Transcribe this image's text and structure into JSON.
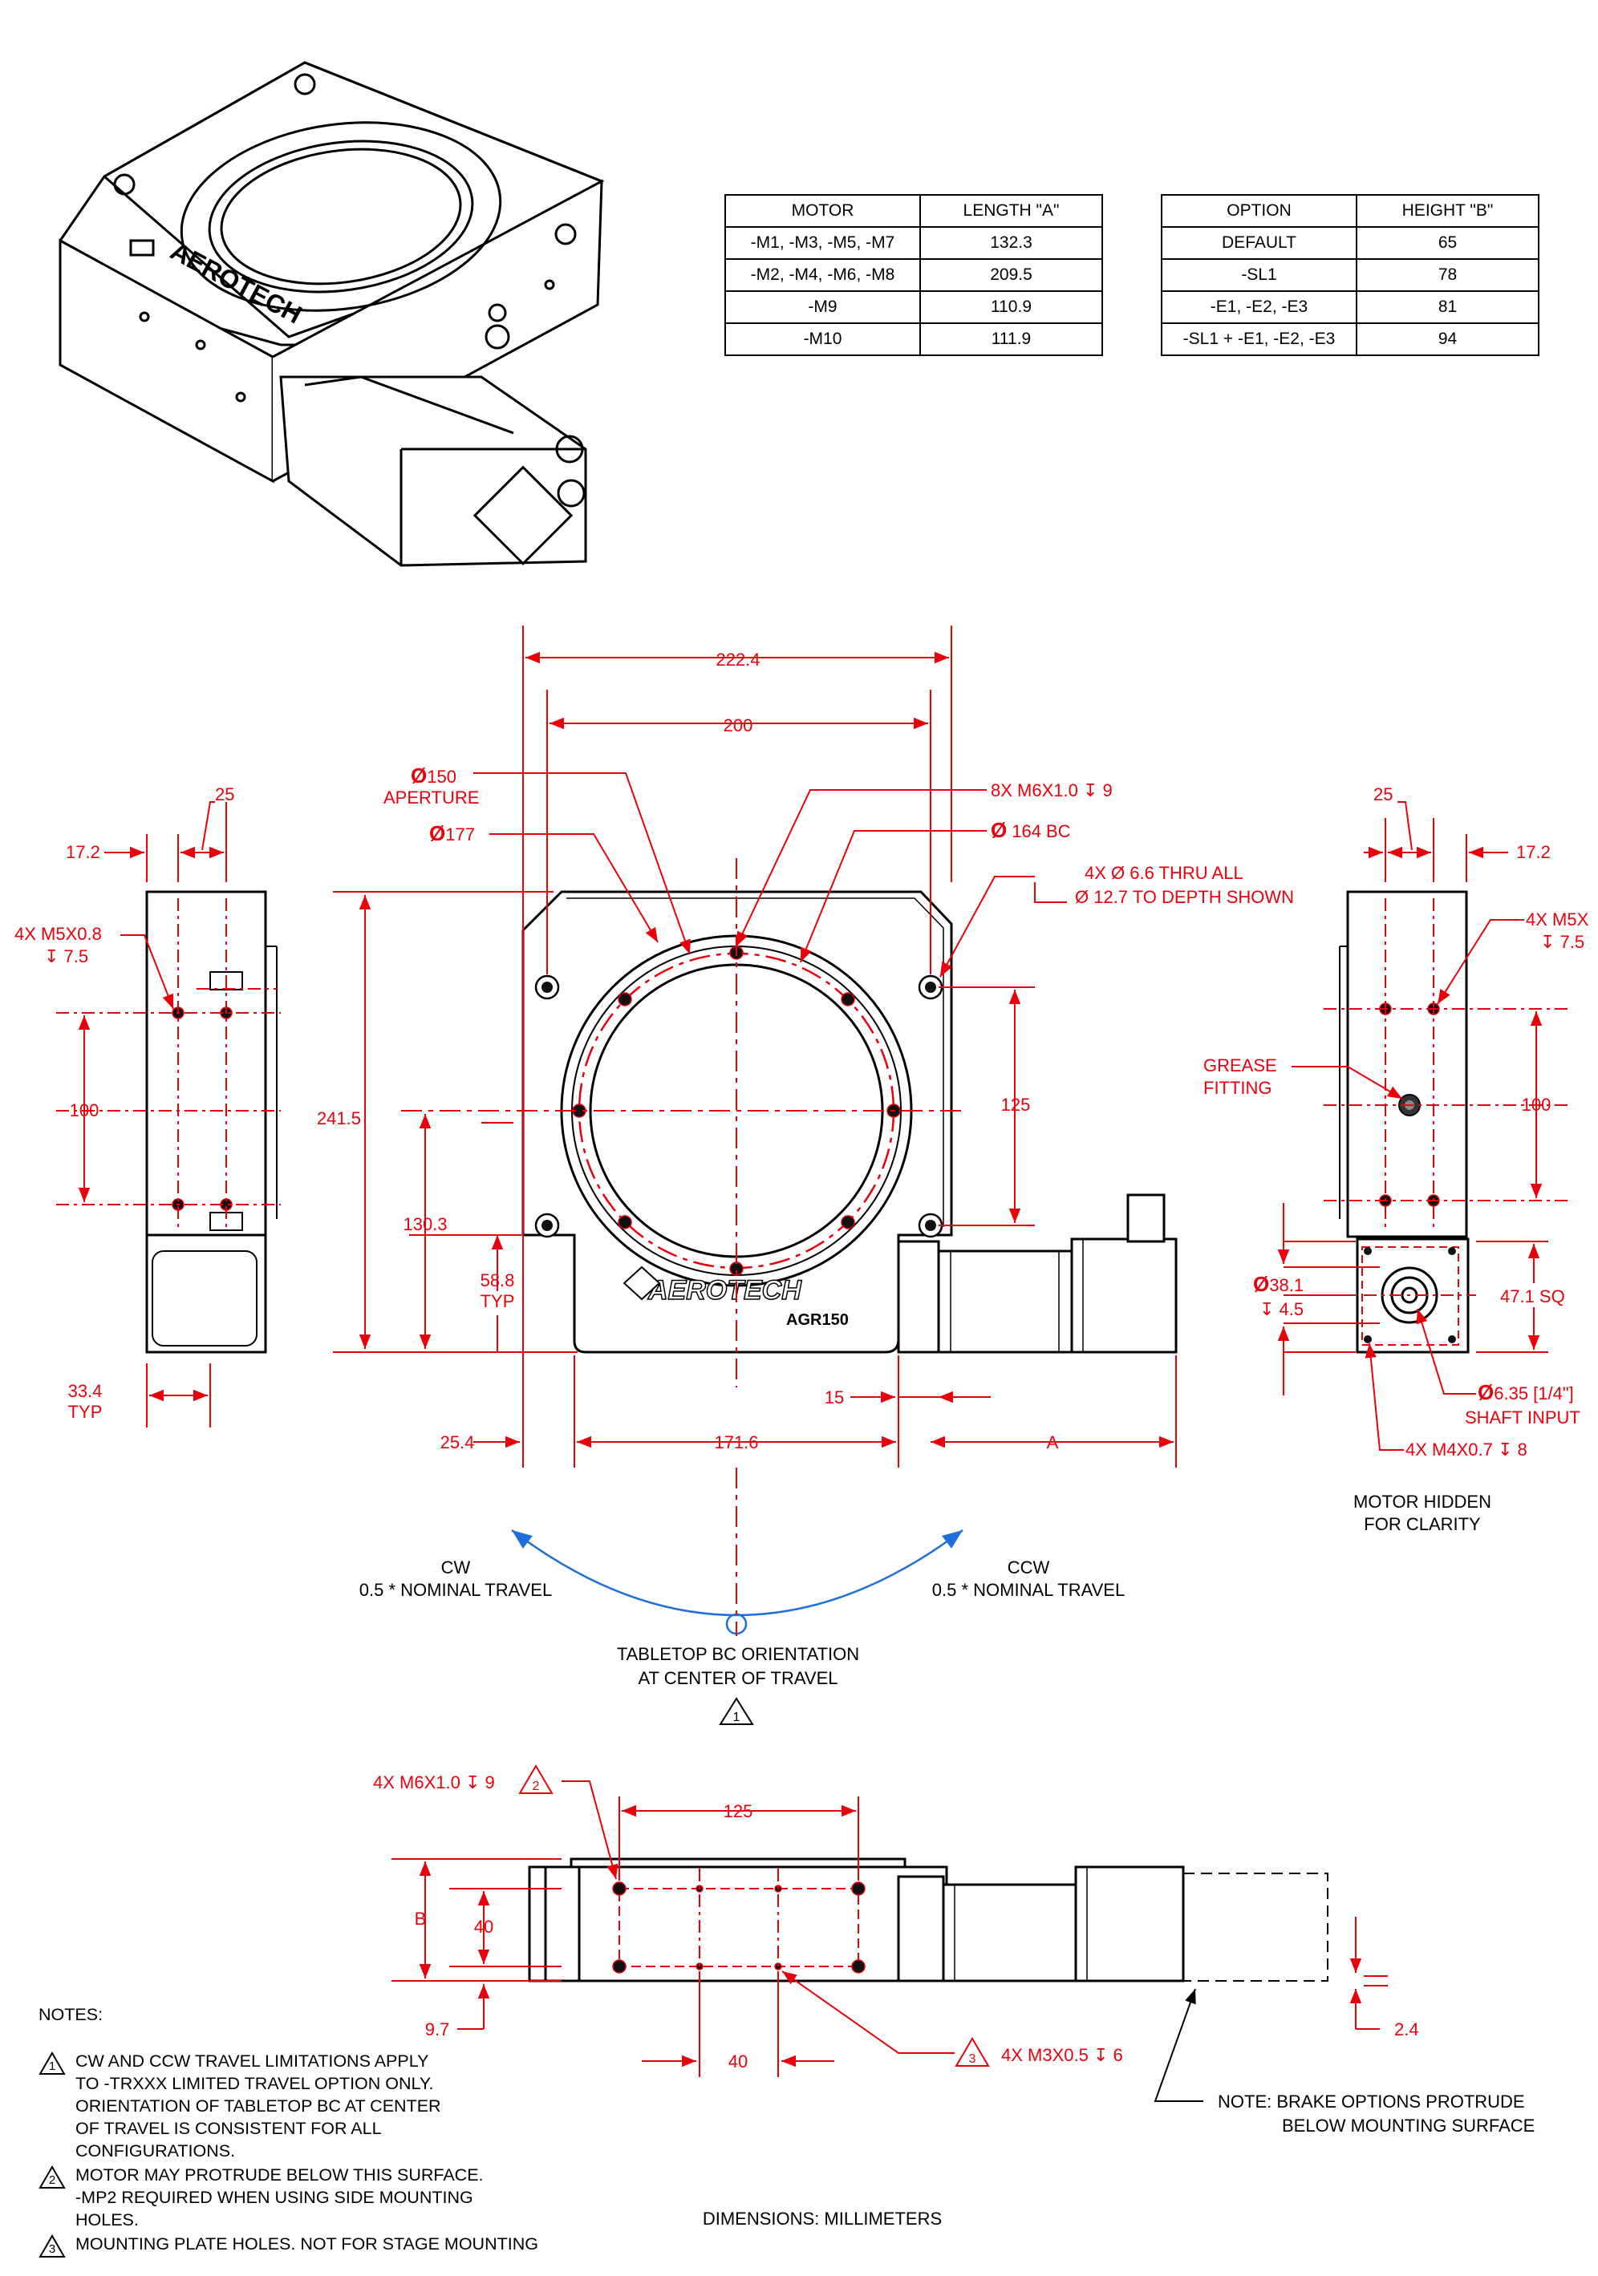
{
  "motor_table": {
    "headers": [
      "MOTOR",
      "LENGTH \"A\""
    ],
    "rows": [
      [
        "-M1, -M3, -M5, -M7",
        "132.3"
      ],
      [
        "-M2, -M4, -M6, -M8",
        "209.5"
      ],
      [
        "-M9",
        "110.9"
      ],
      [
        "-M10",
        "111.9"
      ]
    ]
  },
  "option_table": {
    "headers": [
      "OPTION",
      "HEIGHT \"B\""
    ],
    "rows": [
      [
        "DEFAULT",
        "65"
      ],
      [
        "-SL1",
        "78"
      ],
      [
        "-E1, -E2, -E3",
        "81"
      ],
      [
        "-SL1 + -E1, -E2, -E3",
        "94"
      ]
    ]
  },
  "front_view": {
    "dim_222_4": "222.4",
    "dim_200": "200",
    "aperture_dia": "150",
    "aperture_label": "APERTURE",
    "dia_177": "177",
    "holes_8x": "8X M6X1.0 ↧ 9",
    "bc_164": "164 BC",
    "thru_holes_line1": "4X Ø 6.6 THRU ALL",
    "thru_holes_line2": "Ø 12.7 TO DEPTH SHOWN",
    "dim_241_5": "241.5",
    "dim_130_3": "130.3",
    "dim_58_8": "58.8",
    "typ": "TYP",
    "dim_125": "125",
    "dim_15": "15",
    "dim_25_4": "25.4",
    "dim_171_6": "171.6",
    "dim_A": "A",
    "logo_text": "AEROTECH",
    "model_text": "AGR150"
  },
  "left_view": {
    "dim_25": "25",
    "dim_17_2": "17.2",
    "holes_line1": "4X M5X0.8",
    "holes_line2": "↧ 7.5",
    "dim_100": "100",
    "dim_33_4": "33.4",
    "typ": "TYP"
  },
  "right_view": {
    "dim_25": "25",
    "dim_17_2": "17.2",
    "holes_line1": "4X M5X",
    "holes_line2": "↧ 7.5",
    "grease_line1": "GREASE",
    "grease_line2": "FITTING",
    "dim_100": "100",
    "dia_38_1": "38.1",
    "depth_4_5": "↧ 4.5",
    "dim_47_1": "47.1 SQ",
    "shaft_dia": "6.35 [1/4\"]",
    "shaft_label": "SHAFT INPUT",
    "motor_holes": "4X M4X0.7 ↧ 8",
    "hidden_line1": "MOTOR HIDDEN",
    "hidden_line2": "FOR CLARITY"
  },
  "travel": {
    "cw_line1": "CW",
    "cw_line2": "0.5 * NOMINAL TRAVEL",
    "ccw_line1": "CCW",
    "ccw_line2": "0.5 * NOMINAL TRAVEL",
    "center_line1": "TABLETOP BC ORIENTATION",
    "center_line2": "AT CENTER OF TRAVEL",
    "note_ref": "1",
    "arc_color": "#1e6fd9"
  },
  "bottom_view": {
    "holes_4x": "4X M6X1.0 ↧ 9",
    "holes_ref": "2",
    "dim_125": "125",
    "dim_B": "B",
    "dim_40_v": "40",
    "dim_9_7": "9.7",
    "dim_40_h": "40",
    "m3_ref": "3",
    "m3_holes": "4X M3X0.5 ↧ 6",
    "dim_2_4": "2.4",
    "brake_line1": "NOTE: BRAKE OPTIONS PROTRUDE",
    "brake_line2": "BELOW MOUNTING SURFACE"
  },
  "notes": {
    "title": "NOTES:",
    "items": [
      {
        "ref": "1",
        "lines": [
          "CW AND CCW TRAVEL LIMITATIONS APPLY",
          "TO -TRXXX LIMITED TRAVEL OPTION ONLY.",
          "ORIENTATION OF TABLETOP BC AT CENTER",
          "OF TRAVEL IS CONSISTENT FOR ALL",
          "CONFIGURATIONS."
        ]
      },
      {
        "ref": "2",
        "lines": [
          "MOTOR MAY PROTRUDE BELOW THIS SURFACE.",
          "-MP2 REQUIRED WHEN USING SIDE MOUNTING",
          "HOLES."
        ]
      },
      {
        "ref": "3",
        "lines": [
          "MOUNTING PLATE HOLES. NOT FOR STAGE MOUNTING"
        ]
      }
    ]
  },
  "units_note": "DIMENSIONS:  MILLIMETERS",
  "colors": {
    "dimension": "#e8000b",
    "outline": "#000000"
  }
}
